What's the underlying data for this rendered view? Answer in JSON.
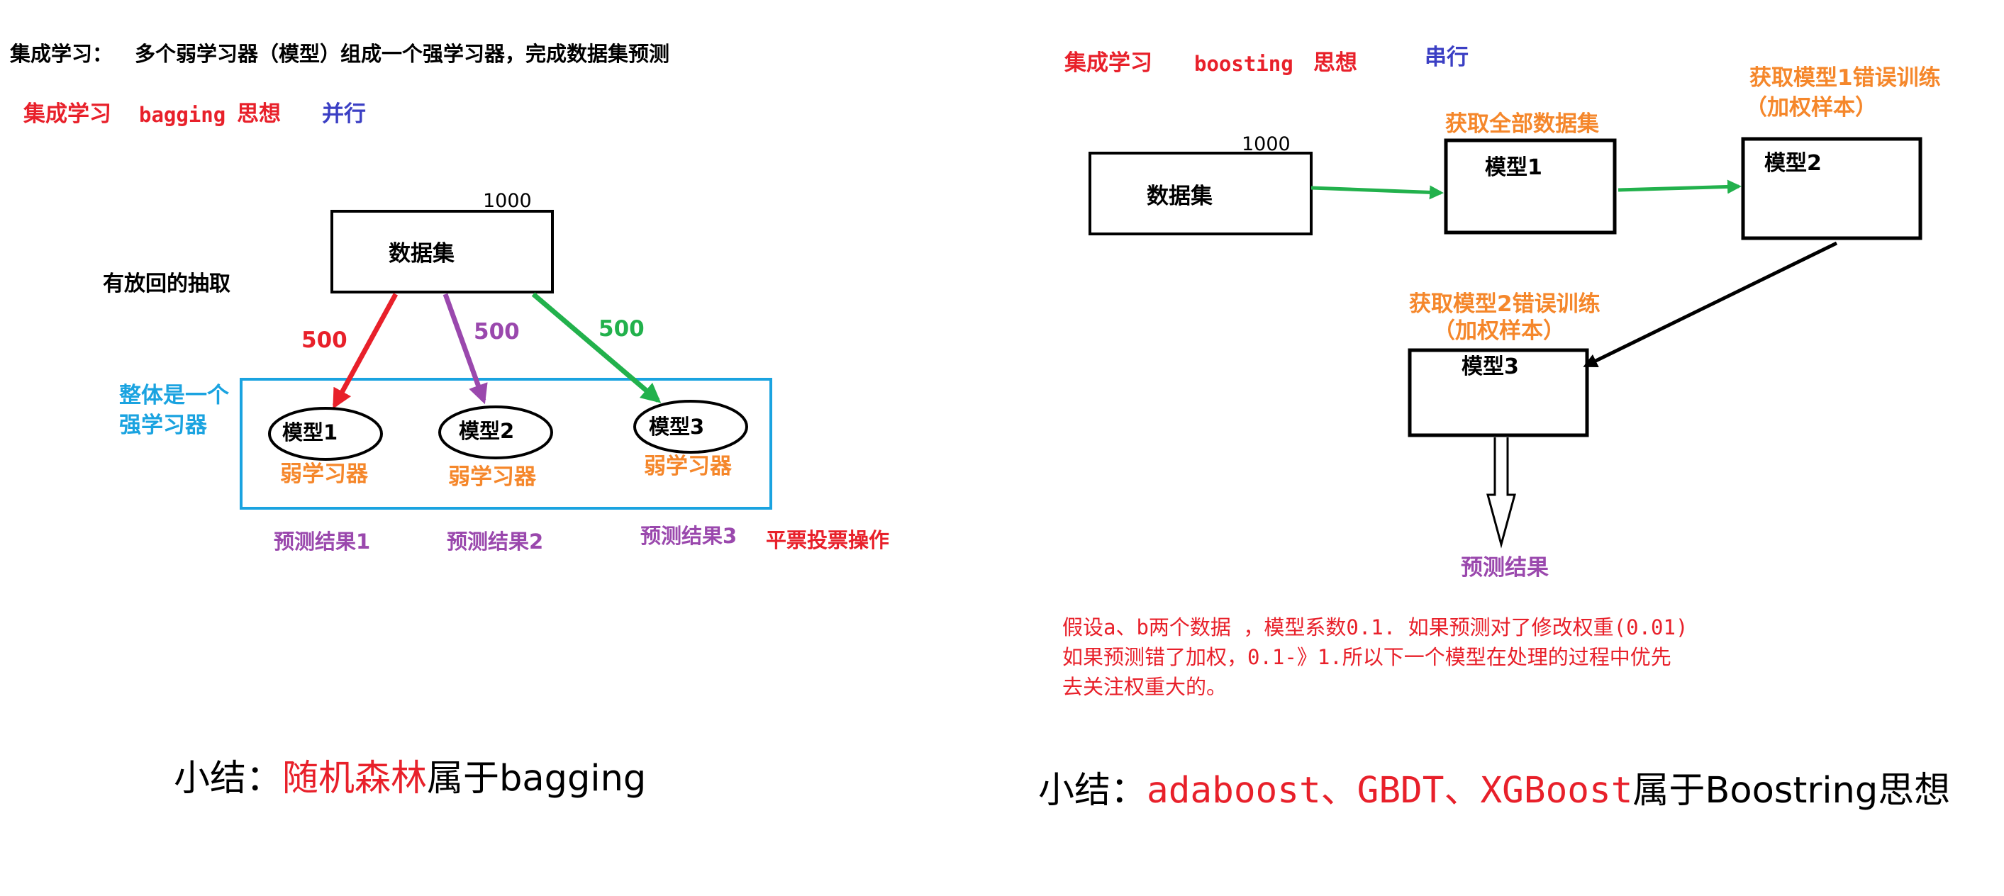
{
  "colors": {
    "red": "#e8202a",
    "blue": "#3b3fc4",
    "purple": "#9a48ad",
    "green": "#22b14c",
    "orange": "#f5872b",
    "cyan": "#1aa3e0",
    "black": "#000000"
  },
  "header": {
    "label": "集成学习：",
    "definition": "多个弱学习器（模型）组成一个强学习器，完成数据集预测"
  },
  "bagging": {
    "title_left": "集成学习",
    "title_mid": "bagging",
    "title_right": "思想",
    "mode": "并行",
    "dataset_label": "数据集",
    "dataset_size": "1000",
    "sampling_note": "有放回的抽取",
    "sample_sizes": [
      "500",
      "500",
      "500"
    ],
    "strong_label_line1": "整体是一个",
    "strong_label_line2": "强学习器",
    "models": [
      "模型1",
      "模型2",
      "模型3"
    ],
    "weak_labels": [
      "弱学习器",
      "弱学习器",
      "弱学习器"
    ],
    "results": [
      "预测结果1",
      "预测结果2",
      "预测结果3"
    ],
    "vote": "平票投票操作",
    "summary_prefix": "小结：",
    "summary_highlight": "随机森林",
    "summary_suffix": "属于bagging"
  },
  "boosting": {
    "title_left": "集成学习",
    "title_mid": "boosting",
    "title_right": "思想",
    "mode": "串行",
    "dataset_label": "数据集",
    "dataset_size": "1000",
    "step1_label": "获取全部数据集",
    "step2_line1": "获取模型1错误训练",
    "step2_line2": "（加权样本）",
    "step3_line1": "获取模型2错误训练",
    "step3_line2": "（加权样本）",
    "models": [
      "模型1",
      "模型2",
      "模型3"
    ],
    "result": "预测结果",
    "note_line1": "假设a、b两个数据 ，模型系数0.1. 如果预测对了修改权重(0.01)",
    "note_line2": "如果预测错了加权，0.1-》1.所以下一个模型在处理的过程中优先",
    "note_line3": "去关注权重大的。",
    "summary_prefix": "小结：",
    "summary_highlight": "adaboost、GBDT、XGBoost",
    "summary_suffix": "属于Boostring思想"
  }
}
